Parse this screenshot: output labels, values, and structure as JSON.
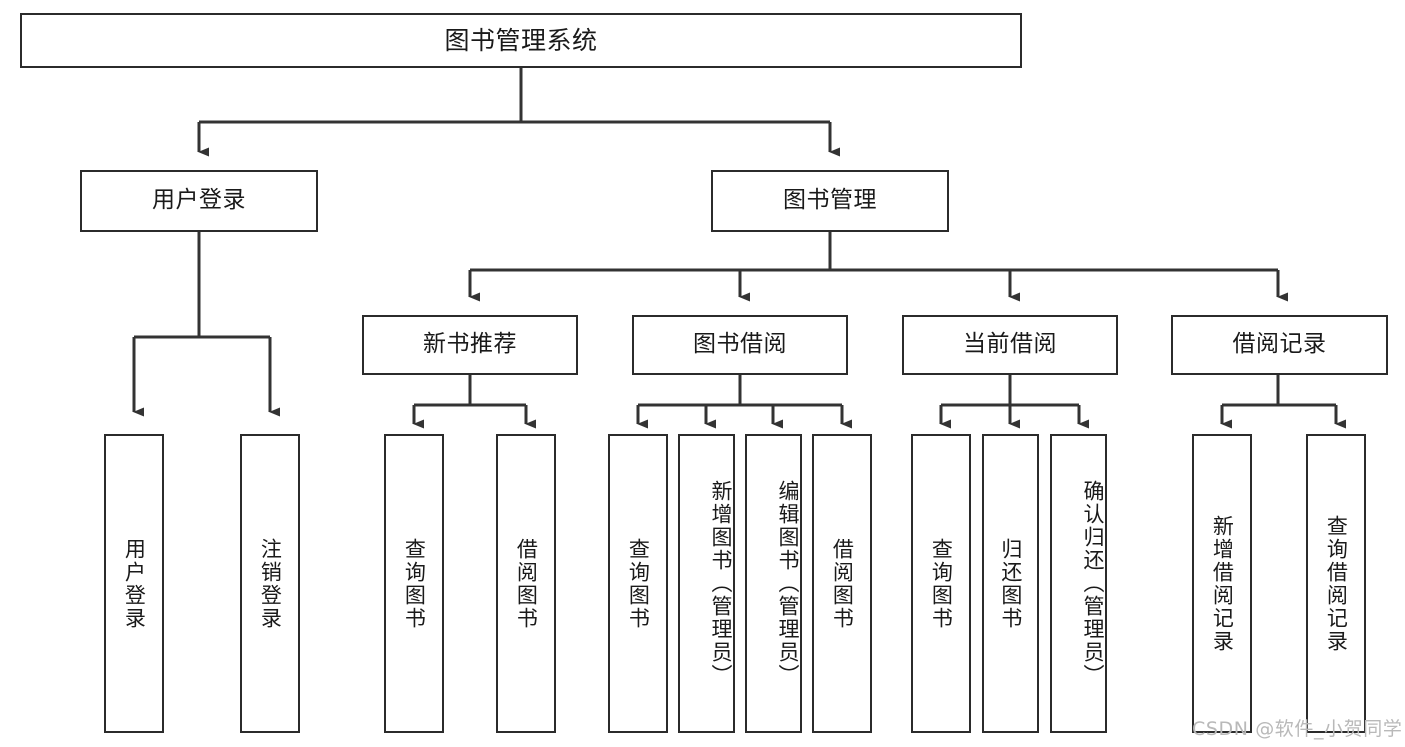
{
  "diagram": {
    "title": "图书管理系统",
    "type": "tree-hierarchy-chart",
    "root": {
      "id": "root",
      "label": "图书管理系统"
    },
    "level1": [
      {
        "id": "user-login",
        "label": "用户登录"
      },
      {
        "id": "book-management",
        "label": "图书管理"
      }
    ],
    "level2": [
      {
        "id": "new-book-recommend",
        "label": "新书推荐",
        "parent": "book-management"
      },
      {
        "id": "book-borrow",
        "label": "图书借阅",
        "parent": "book-management"
      },
      {
        "id": "current-borrow",
        "label": "当前借阅",
        "parent": "book-management"
      },
      {
        "id": "borrow-record",
        "label": "借阅记录",
        "parent": "book-management"
      }
    ],
    "leaves": {
      "user_login": [
        {
          "id": "leaf-user-login",
          "label": "用户登录"
        },
        {
          "id": "leaf-logout-login",
          "label": "注销登录"
        }
      ],
      "new_book_recommend": [
        {
          "id": "leaf-query-book-1",
          "label": "查询图书"
        },
        {
          "id": "leaf-borrow-book-1",
          "label": "借阅图书"
        }
      ],
      "book_borrow": [
        {
          "id": "leaf-query-book-2",
          "label": "查询图书"
        },
        {
          "id": "leaf-add-book",
          "label": "新增图书（管理员）"
        },
        {
          "id": "leaf-edit-book",
          "label": "编辑图书（管理员）"
        },
        {
          "id": "leaf-borrow-book-2",
          "label": "借阅图书"
        }
      ],
      "current_borrow": [
        {
          "id": "leaf-query-book-3",
          "label": "查询图书"
        },
        {
          "id": "leaf-return-book",
          "label": "归还图书"
        },
        {
          "id": "leaf-confirm-return",
          "label": "确认归还（管理员）"
        }
      ],
      "borrow_record": [
        {
          "id": "leaf-add-record",
          "label": "新增借阅记录"
        },
        {
          "id": "leaf-query-record",
          "label": "查询借阅记录"
        }
      ]
    }
  },
  "watermark": {
    "text": "CSDN @软件_小贺同学"
  },
  "colors": {
    "background": "#ffffff",
    "box_border": "#2b2b2b",
    "box_fill": "#ffffff",
    "text": "#1a1a1a",
    "connector": "#333333",
    "watermark": "#b9b9b9"
  }
}
